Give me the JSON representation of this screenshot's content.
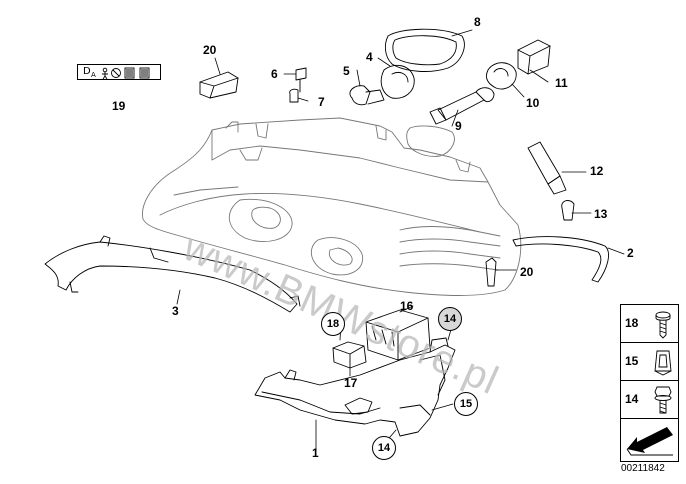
{
  "callouts": {
    "c1": "1",
    "c2": "2",
    "c3": "3",
    "c4": "4",
    "c5": "5",
    "c6": "6",
    "c7": "7",
    "c8": "8",
    "c9": "9",
    "c10": "10",
    "c11": "11",
    "c12": "12",
    "c13": "13",
    "c14a": "14",
    "c14b": "14",
    "c15": "15",
    "c16": "16",
    "c17": "17",
    "c18": "18",
    "c19": "19",
    "c20a": "20",
    "c20b": "20"
  },
  "label_panel": {
    "prefix": "D",
    "sub": "A"
  },
  "legend": {
    "items": [
      {
        "num": "18",
        "icon": "flat-head-screw-icon"
      },
      {
        "num": "15",
        "icon": "clip-nut-icon"
      },
      {
        "num": "14",
        "icon": "hex-bolt-icon"
      }
    ]
  },
  "doc_id": "00211842",
  "watermark": "www.BMWstore.pl"
}
